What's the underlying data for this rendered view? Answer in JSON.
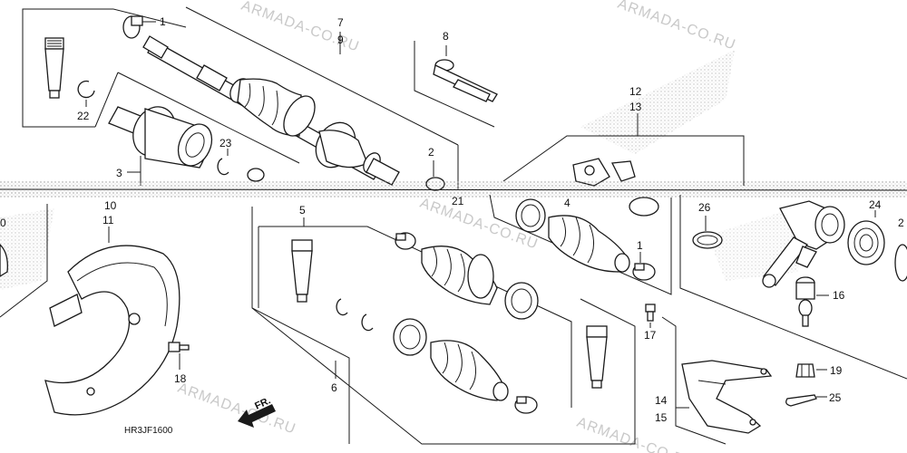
{
  "diagram": {
    "figure_code": "HR3JF1600",
    "direction_label": "FR.",
    "watermark": "ARMADA-CO.RU",
    "labels": {
      "n1a": "1",
      "n1b": "1",
      "n2": "2",
      "n2r": "2",
      "n3": "3",
      "n4": "4",
      "n5": "5",
      "n6": "6",
      "n7": "7",
      "n8": "8",
      "n9": "9",
      "n10": "10",
      "n0": "0",
      "n11": "11",
      "n12": "12",
      "n13": "13",
      "n14": "14",
      "n15": "15",
      "n16": "16",
      "n17": "17",
      "n18": "18",
      "n19": "19",
      "n21": "21",
      "n22": "22",
      "n23": "23",
      "n24": "24",
      "n25": "25",
      "n26": "26"
    }
  }
}
